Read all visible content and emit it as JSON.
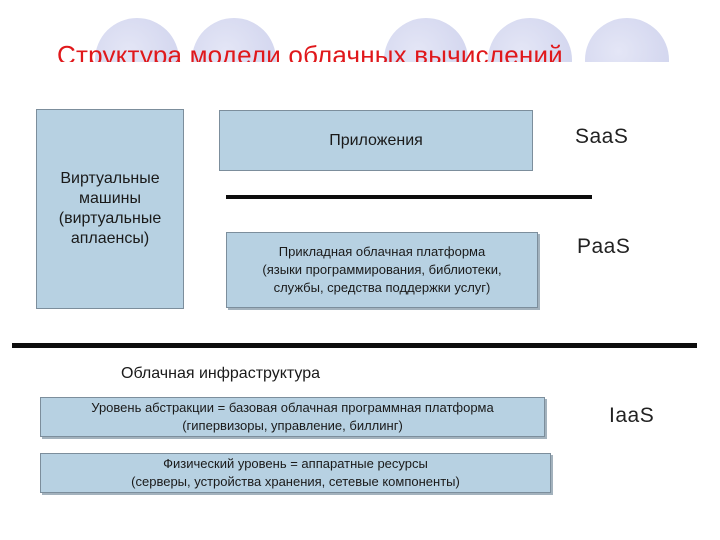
{
  "title": "Структура модели облачных вычислений",
  "virtual_machines": "Виртуальные\nмашины\n(виртуальные\nаплаенсы)",
  "applications": "Приложения",
  "platform": "Прикладная облачная платформа\n(языки программирования, библиотеки,\nслужбы, средства поддержки услуг)",
  "infrastructure_label": "Облачная инфраструктура",
  "abstraction_layer": "Уровень абстракции = базовая облачная программная платформа\n(гипервизоры, управление, биллинг)",
  "physical_layer": "Физический уровень = аппаратные ресурсы\n(серверы, устройства хранения, сетевые компоненты)",
  "saas": "SaaS",
  "paas": "PaaS",
  "iaas": "IaaS",
  "colors": {
    "title": "#e0181b",
    "box_fill": "#b7d1e2",
    "box_border": "#7c8e9c",
    "deco_circle": "#d6d9f0",
    "rule": "#0d0d0d"
  }
}
